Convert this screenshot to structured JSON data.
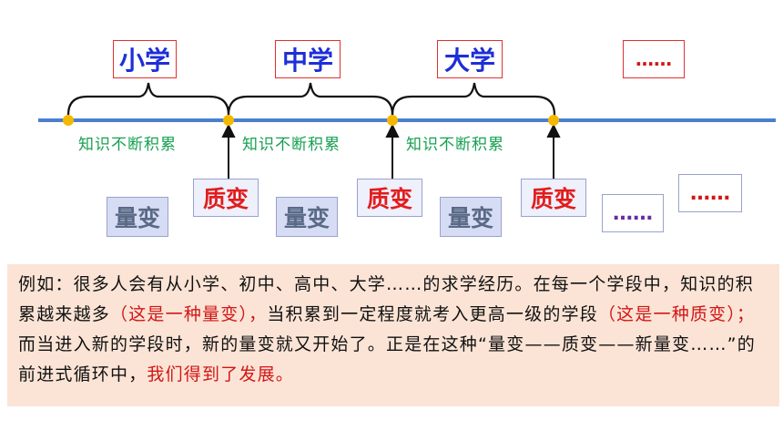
{
  "stages": [
    "小学",
    "中学",
    "大学"
  ],
  "stage_more": "……",
  "accumulation_labels": [
    "知识不断积累",
    "知识不断积累",
    "知识不断积累"
  ],
  "quantitative_label": "量变",
  "qualitative_label": "质变",
  "more_dots": [
    "……",
    "……"
  ],
  "note": {
    "part1": "例如：很多人会有从小学、初中、高中、大学……的求学经历。在每一个学段中，知识的积累越来越多",
    "part2": "（这是一种量变），",
    "part3": "当积累到一定程度就考入更高一级的学段",
    "part4": "（这是一种质变）；",
    "part5": "而当进入新的学段时，新的量变就又开始了。正是在这种“量变——质变——新量变……”的前进式循环中，",
    "part6": "我们得到了发展。"
  },
  "colors": {
    "stage_text": "#1d2fd6",
    "accum_text": "#16a050",
    "qual_text": "#e21c1c",
    "note_bg": "#fbe4d6",
    "timeline": "#4a7fd0",
    "node": "#f5b800"
  }
}
